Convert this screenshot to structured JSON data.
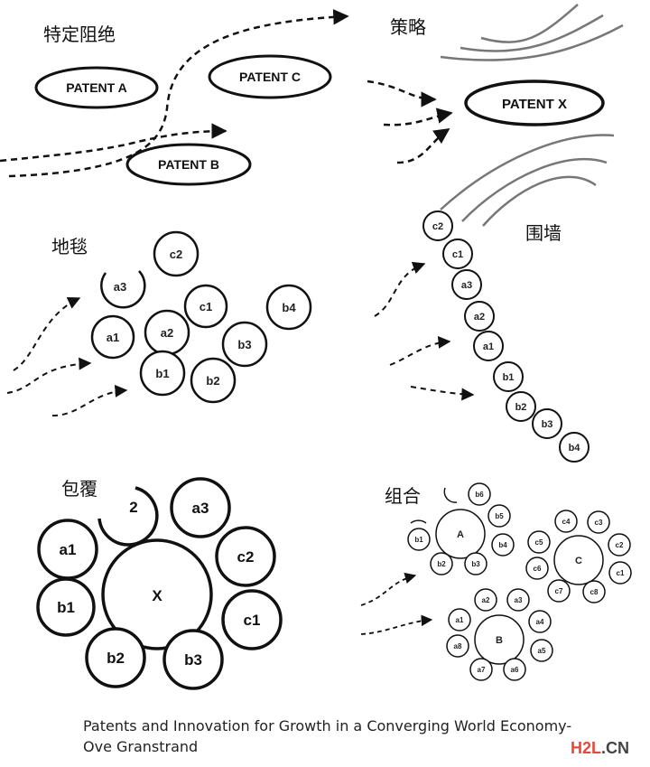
{
  "panels": {
    "blocking": {
      "title": "特定阻绝",
      "patents": [
        "PATENT A",
        "PATENT C",
        "PATENT B"
      ]
    },
    "strategic": {
      "title": "策略",
      "patent": "PATENT X"
    },
    "blanketing": {
      "title": "地毯",
      "nodes": [
        "c2",
        "a3",
        "c1",
        "b4",
        "a1",
        "a2",
        "b3",
        "b1",
        "b2"
      ]
    },
    "fencing": {
      "title": "围墙",
      "nodes": [
        "c2",
        "c1",
        "a3",
        "a2",
        "a1",
        "b1",
        "b2",
        "b3",
        "b4"
      ]
    },
    "surrounding": {
      "title": "包覆",
      "center": "X",
      "nodes": [
        "2",
        "a3",
        "a1",
        "c2",
        "b1",
        "c1",
        "b2",
        "b3"
      ]
    },
    "combination": {
      "title": "组合",
      "centers": [
        "A",
        "C",
        "B"
      ],
      "nodes_a": [
        "b6",
        "b5",
        "b4",
        "b3",
        "b2",
        "b1"
      ],
      "nodes_c": [
        "c4",
        "c3",
        "c5",
        "c2",
        "c6",
        "c1",
        "c7",
        "c8"
      ],
      "nodes_b": [
        "a2",
        "a3",
        "a1",
        "a4",
        "a8",
        "a5",
        "a7",
        "a6"
      ]
    }
  },
  "caption": [
    "Patents and Innovation for Growth in a  Converging World Economy-",
    "Ove Granstrand"
  ],
  "watermark": {
    "part1": "H2L",
    "part2": ".CN"
  },
  "colors": {
    "stroke": "#111111",
    "grey_curve": "#7a7a7a",
    "watermark_red": "#e34a3c"
  }
}
